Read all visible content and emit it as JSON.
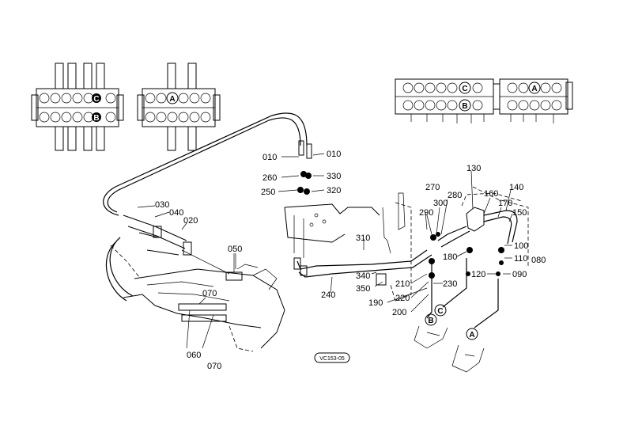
{
  "callouts": {
    "c010a": "010",
    "c010b": "010",
    "c260": "260",
    "c330": "330",
    "c250": "250",
    "c320": "320",
    "c030": "030",
    "c040": "040",
    "c020": "020",
    "c050": "050",
    "c070a": "070",
    "c060": "060",
    "c070b": "070",
    "c270": "270",
    "c280": "280",
    "c290": "290",
    "c300": "300",
    "c130": "130",
    "c160": "160",
    "c140": "140",
    "c170": "170",
    "c150": "150",
    "c310": "310",
    "c240": "240",
    "c340": "340",
    "c350": "350",
    "c210": "210",
    "c220": "220",
    "c190": "190",
    "c200": "200",
    "c230": "230",
    "c180": "180",
    "c100": "100",
    "c110": "110",
    "c080": "080",
    "c120": "120",
    "c090": "090"
  },
  "markers": {
    "A": "A",
    "B": "B",
    "C": "C"
  },
  "drawing_code": "VC153-05"
}
